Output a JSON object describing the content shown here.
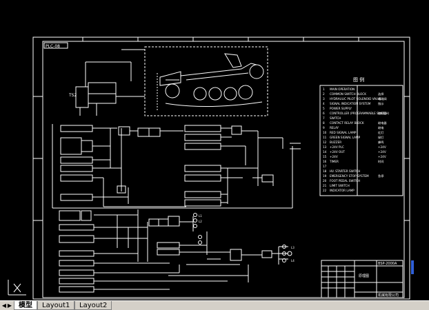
{
  "drawing": {
    "frame_label": "PLC-08",
    "table_title": "图 例",
    "legend": [
      {
        "no": "1",
        "text": "MAIN OPERATION",
        "note": ""
      },
      {
        "no": "2",
        "text": "COMMON SWITCH BLOCK",
        "note": "选择"
      },
      {
        "no": "3",
        "text": "HYDRAULIC PILOT SOLENOID VALVE",
        "note": "电磁阀"
      },
      {
        "no": "4",
        "text": "SIGNAL INDICATION SYSTEM",
        "note": "指示"
      },
      {
        "no": "5",
        "text": "POWER SUPPLY",
        "note": ""
      },
      {
        "no": "6",
        "text": "CONTROLLER (PROGRAMMABLE SWITCH)",
        "note": "控制器"
      },
      {
        "no": "7",
        "text": "SWITCH",
        "note": ""
      },
      {
        "no": "8",
        "text": "CONTACT RELAY BLOCK",
        "note": "继电器"
      },
      {
        "no": "9",
        "text": "RELAY",
        "note": "继电"
      },
      {
        "no": "10",
        "text": "RED SIGNAL LAMP",
        "note": "红灯"
      },
      {
        "no": "11",
        "text": "GREEN SIGNAL LAMP",
        "note": "绿灯"
      },
      {
        "no": "12",
        "text": "BUZZER",
        "note": "蜂鸣"
      },
      {
        "no": "13",
        "text": "+24V PLC",
        "note": "+24V"
      },
      {
        "no": "14",
        "text": "+24V OUT",
        "note": "+24V"
      },
      {
        "no": "15",
        "text": "+24V",
        "note": "+24V"
      },
      {
        "no": "16",
        "text": "TIMER",
        "note": "时间"
      },
      {
        "no": "17",
        "text": "",
        "note": ""
      },
      {
        "no": "18",
        "text": "HV. STARTER SWITCH",
        "note": ""
      },
      {
        "no": "19",
        "text": "EMERGENCY STOP SYSTEM",
        "note": "急停"
      },
      {
        "no": "20",
        "text": "FOOT PEDAL SWITCH",
        "note": ""
      },
      {
        "no": "21",
        "text": "LIMIT SWITCH",
        "note": ""
      },
      {
        "no": "22",
        "text": "INDICATOR LAMP",
        "note": ""
      }
    ],
    "title_block": {
      "drawing_no": "BSP-2000A",
      "name": "原理图",
      "company": "机械有限公司"
    },
    "left_labels": [
      "TS2"
    ],
    "outputs": [
      "L1",
      "L2",
      "L3",
      "L4"
    ]
  },
  "tabs": [
    {
      "label": "模型",
      "active": true
    },
    {
      "label": "Layout1",
      "active": false
    },
    {
      "label": "Layout2",
      "active": false
    }
  ],
  "nav": [
    "◀",
    "▶"
  ]
}
